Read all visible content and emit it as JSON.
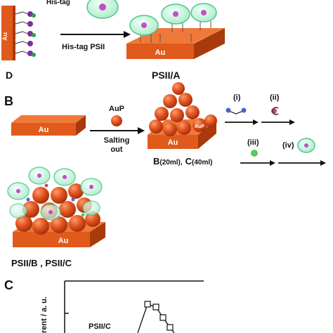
{
  "panel_a": {
    "his_tag_label": "His-tag",
    "arrow_label": "His-tag PSII",
    "electrode_label": "Au",
    "left_caption": "D",
    "right_caption": "PSII/A"
  },
  "panel_b": {
    "letter": "B",
    "plate_label": "Au",
    "aup_label": "AuP",
    "salting_line1": "Salting",
    "salting_line2": "out",
    "stack_plate_label": "Au",
    "stack_aup_tag": "AuP",
    "b_letter": "B",
    "b_vol": "(20ml),",
    "c_letter": "C",
    "c_vol": "(40ml)",
    "step_i": "(i)",
    "step_ii": "(ii)",
    "step_iii": "(iii)",
    "step_iv": "(iv)",
    "final_plate_label": "Au",
    "final_caption": "PSII/B ,  PSII/C"
  },
  "panel_c": {
    "letter": "C",
    "ylabel": "rent / a. u.",
    "series_label": "PSII/C"
  },
  "colors": {
    "gold_plate": "#e05a1c",
    "gold_top": "#f07838",
    "aup_sphere": "#d8461a",
    "psii_green": "#c8f0dc",
    "psii_outline": "#4cc48c"
  }
}
